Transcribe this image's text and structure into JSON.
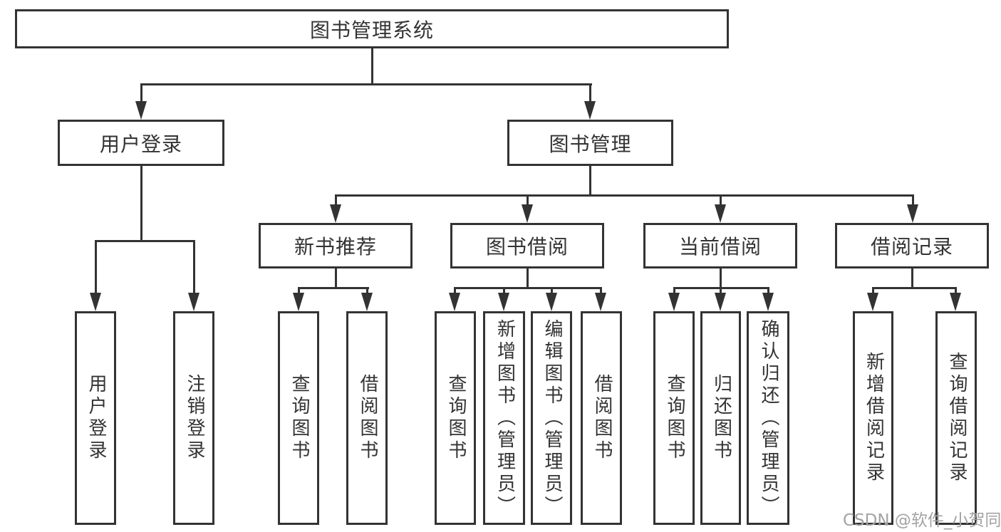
{
  "root": {
    "label": "图书管理系统"
  },
  "user": {
    "label": "用户登录",
    "children": [
      {
        "label": "用户登录"
      },
      {
        "label": "注销登录"
      }
    ]
  },
  "book": {
    "label": "图书管理",
    "groups": [
      {
        "label": "新书推荐",
        "children": [
          {
            "label": "查询图书"
          },
          {
            "label": "借阅图书"
          }
        ]
      },
      {
        "label": "图书借阅",
        "children": [
          {
            "label": "查询图书"
          },
          {
            "label": "新增图书（管理员）"
          },
          {
            "label": "编辑图书（管理员）"
          },
          {
            "label": "借阅图书"
          }
        ]
      },
      {
        "label": "当前借阅",
        "children": [
          {
            "label": "查询图书"
          },
          {
            "label": "归还图书"
          },
          {
            "label": "确认归还（管理员）"
          }
        ]
      },
      {
        "label": "借阅记录",
        "children": [
          {
            "label": "新增借阅记录"
          },
          {
            "label": "查询借阅记录"
          }
        ]
      }
    ]
  },
  "watermark": "CSDN @软件_小贺同学",
  "colors": {
    "line": "#333333",
    "text": "#333333",
    "watermark_text": "#a3a3a3",
    "background": "#ffffff"
  }
}
